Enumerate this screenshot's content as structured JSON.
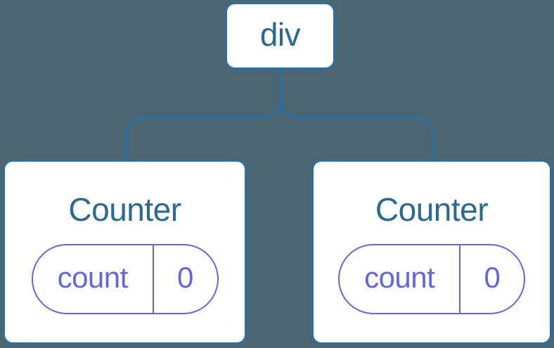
{
  "colors": {
    "background": "#4c6671",
    "line": "#2e6f9e",
    "card_background": "#ffffff",
    "node_text": "#2b6a8f",
    "state_accent": "#6367dd"
  },
  "tree": {
    "root": {
      "label": "div"
    },
    "children": [
      {
        "title": "Counter",
        "state": {
          "key": "count",
          "value": "0"
        }
      },
      {
        "title": "Counter",
        "state": {
          "key": "count",
          "value": "0"
        }
      }
    ]
  }
}
